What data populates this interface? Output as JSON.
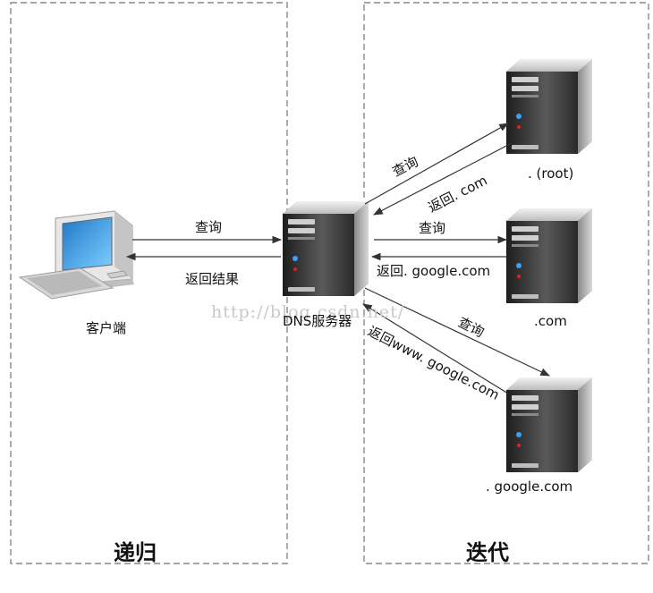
{
  "sections": {
    "recursive": "递归",
    "iterative": "迭代"
  },
  "nodes": {
    "client": "客户端",
    "dns_server": "DNS服务器",
    "root_server": ". (root)",
    "com_server": ".com",
    "google_server": ". google.com"
  },
  "arrows": {
    "client_query": "查询",
    "client_return": "返回结果",
    "root_query": "查询",
    "root_return": "返回. com",
    "com_query": "查询",
    "com_return": "返回. google.com",
    "google_query": "查询",
    "google_return": "返回www. google.com"
  },
  "watermark": "http://blog.csdn.net/"
}
